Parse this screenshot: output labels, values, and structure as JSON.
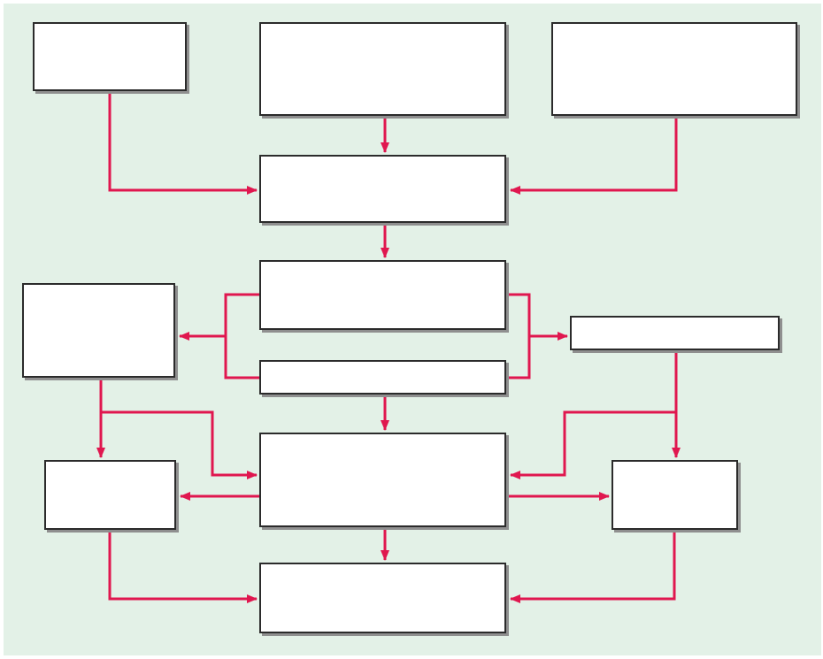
{
  "colors": {
    "background": "#e3f1e7",
    "connector": "#e0174f",
    "box_border": "#2b2b2b",
    "box_fill": "#ffffff",
    "box_shadow": "#8f8f8f"
  },
  "boxes": [
    {
      "id": "top-left",
      "label": ""
    },
    {
      "id": "top-center",
      "label": ""
    },
    {
      "id": "top-right",
      "label": ""
    },
    {
      "id": "merge",
      "label": ""
    },
    {
      "id": "split-upper",
      "label": ""
    },
    {
      "id": "split-lower",
      "label": ""
    },
    {
      "id": "mid-left",
      "label": ""
    },
    {
      "id": "mid-right",
      "label": ""
    },
    {
      "id": "hub",
      "label": ""
    },
    {
      "id": "bottom-left",
      "label": ""
    },
    {
      "id": "bottom-right",
      "label": ""
    },
    {
      "id": "final",
      "label": ""
    }
  ]
}
